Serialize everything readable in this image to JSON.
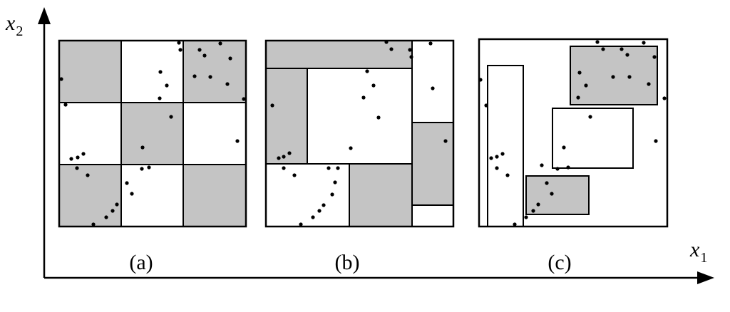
{
  "axes": {
    "x_label": {
      "main": "x",
      "sub": "1"
    },
    "y_label": {
      "main": "x",
      "sub": "2"
    }
  },
  "panels": [
    {
      "id": "a",
      "label": "(a)"
    },
    {
      "id": "b",
      "label": "(b)"
    },
    {
      "id": "c",
      "label": "(c)"
    }
  ],
  "colors": {
    "shaded": "#c4c4c4",
    "ink": "#000000",
    "background": "#ffffff"
  }
}
